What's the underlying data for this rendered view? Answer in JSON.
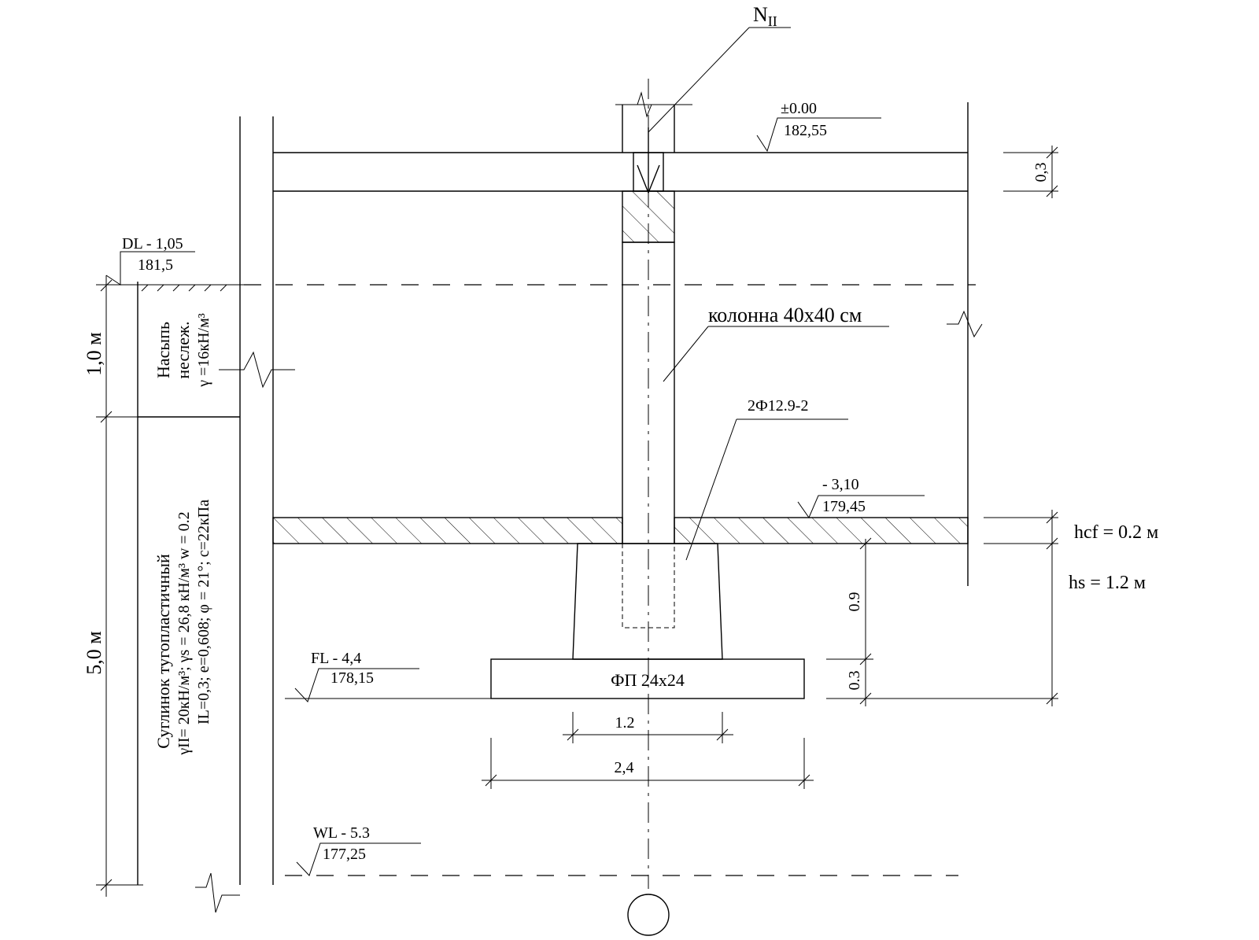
{
  "drawing": {
    "load": {
      "main": "N",
      "sub": "II"
    },
    "levels": {
      "zero": {
        "mark": "±0.00",
        "value": "182,55"
      },
      "dl": {
        "mark": "DL - 1,05",
        "value": "181,5"
      },
      "floor": {
        "mark": "- 3,10",
        "value": "179,45"
      },
      "fl": {
        "mark": "FL - 4,4",
        "value": "178,15"
      },
      "wl": {
        "mark": "WL - 5.3",
        "value": "177,25"
      }
    },
    "column_label": "колонна 40х40 см",
    "rebar_label": "2Ф12.9-2",
    "footing_label": "ФП 24х24",
    "layers": {
      "fill": {
        "thickness": "1,0 м",
        "line1": "Насыпь",
        "line2": "неслеж.",
        "line3": "γ =16кН/м³"
      },
      "loam": {
        "thickness": "5,0 м",
        "line1": "Суглинок тугопластичный",
        "line2": "γII= 20кН/м³;  γs = 26,8 кН/м³  w = 0.2",
        "line3": "IL=0,3; e=0,608;   φ = 21°; c=22кПа"
      }
    },
    "dims": {
      "slab": "0,3",
      "hcf": "hcf  = 0.2  м",
      "hs": "hs   = 1.2  м",
      "pedestal_h": "0.9",
      "plate_h": "0.3",
      "pedestal_w": "1.2",
      "plate_w": "2,4"
    }
  }
}
